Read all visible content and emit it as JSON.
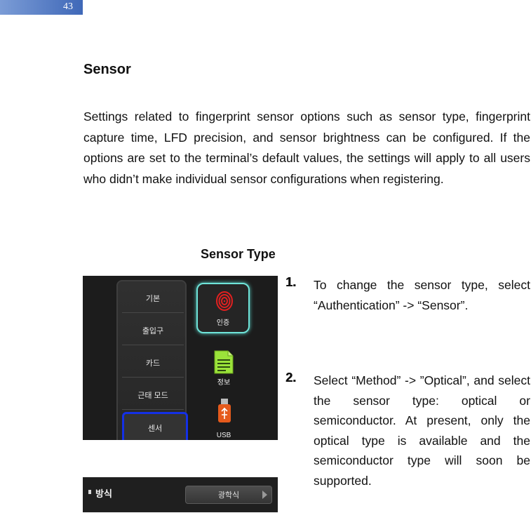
{
  "page_number": "43",
  "section_heading": "Sensor",
  "intro": "Settings related to fingerprint sensor options such as sensor type, fingerprint capture time, LFD precision, and sensor brightness can be configured. If the options are set to the terminal’s default values, the settings will apply to all users who didn’t make individual sensor configurations when registering.",
  "figure_title": "Sensor Type",
  "device_screen": {
    "menu_items": [
      "기본",
      "출입구",
      "카드",
      "근태 모드",
      "센서"
    ],
    "selected_menu_item": "센서",
    "icons": [
      {
        "label": "인증",
        "icon": "fingerprint-icon"
      },
      {
        "label": "정보",
        "icon": "document-icon"
      },
      {
        "label": "USB",
        "icon": "usb-icon"
      }
    ],
    "highlight_color": "#1430e6",
    "tile_glow_color": "#6fe3d8"
  },
  "method_bar": {
    "label": "방식",
    "value": "광학식"
  },
  "steps": [
    {
      "number": "1.",
      "text": "To change the sensor type, select “Authentication” -> “Sensor”."
    },
    {
      "number": "2.",
      "text": "Select “Method” -> ”Optical”, and select the sensor type: optical or semiconductor. At present, only the optical type is available and the semiconductor type will soon be supported."
    }
  ]
}
